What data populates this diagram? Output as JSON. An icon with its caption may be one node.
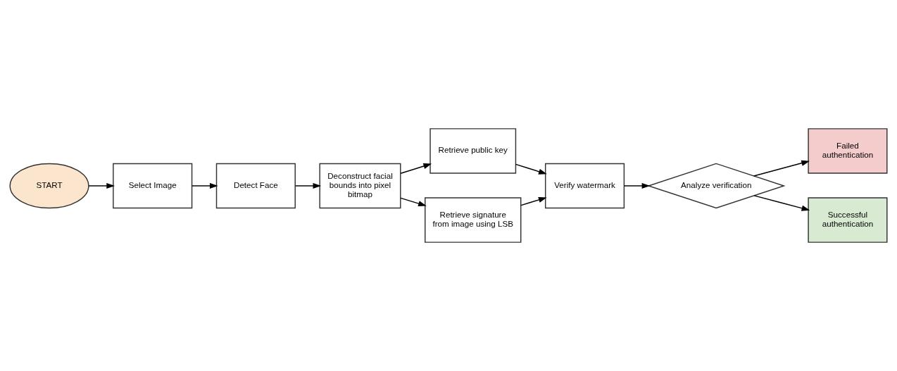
{
  "diagram": {
    "nodes": [
      {
        "text": [
          "START"
        ]
      },
      {
        "text": [
          "Select Image"
        ]
      },
      {
        "text": [
          "Detect Face"
        ]
      },
      {
        "text": [
          "Deconstruct facial bounds into pixel bitmap"
        ]
      },
      {
        "text": [
          "Retrieve public key"
        ]
      },
      {
        "text": [
          "Retrieve signature from image using LSB"
        ]
      },
      {
        "text": [
          "Verify watermark"
        ]
      },
      {
        "text": [
          "Analyze verification"
        ]
      },
      {
        "text": [
          "Failed authentication"
        ]
      },
      {
        "text": [
          "Successful authentication"
        ]
      }
    ],
    "edges": [
      {
        "from": 0,
        "to": 1,
        "arrow": "to"
      },
      {
        "from": 1,
        "to": 2,
        "arrow": "to"
      },
      {
        "from": 2,
        "to": 3,
        "arrow": "to"
      },
      {
        "from": 3,
        "to": 4,
        "arrow": "to"
      },
      {
        "from": 3,
        "to": 5,
        "arrow": "to"
      },
      {
        "from": 4,
        "to": 6,
        "arrow": "to"
      },
      {
        "from": 5,
        "to": 6,
        "arrow": "to"
      },
      {
        "from": 6,
        "to": 7,
        "arrow": "to"
      },
      {
        "from": 7,
        "to": 8,
        "arrow": "to"
      },
      {
        "from": 7,
        "to": 9,
        "arrow": "to"
      }
    ]
  }
}
